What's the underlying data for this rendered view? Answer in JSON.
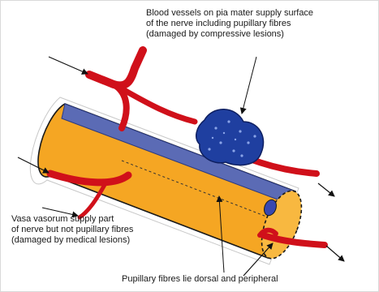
{
  "labels": {
    "pia_blood_vessels": [
      "Blood vessels on pia mater supply surface",
      "of the nerve including pupillary fibres",
      "(damaged by compressive lesions)"
    ],
    "vasa_vasorum": [
      "Vasa vasorum supply part",
      "of nerve but not pupillary fibres",
      "(damaged by medical lesions)"
    ],
    "pupillary_fibres": "Pupillary fibres lie dorsal and peripheral"
  },
  "colors": {
    "nerve": "#f5a623",
    "nerve_end": "#f8b840",
    "pupillary_fibres": "#5b6bb5",
    "pupillary_fibres_end": "#3848b0",
    "blood_vessel": "#d0101a",
    "compressive_lesion": "#1f3fa0",
    "arrow": "#111111",
    "frame": "#d9d9d9"
  }
}
